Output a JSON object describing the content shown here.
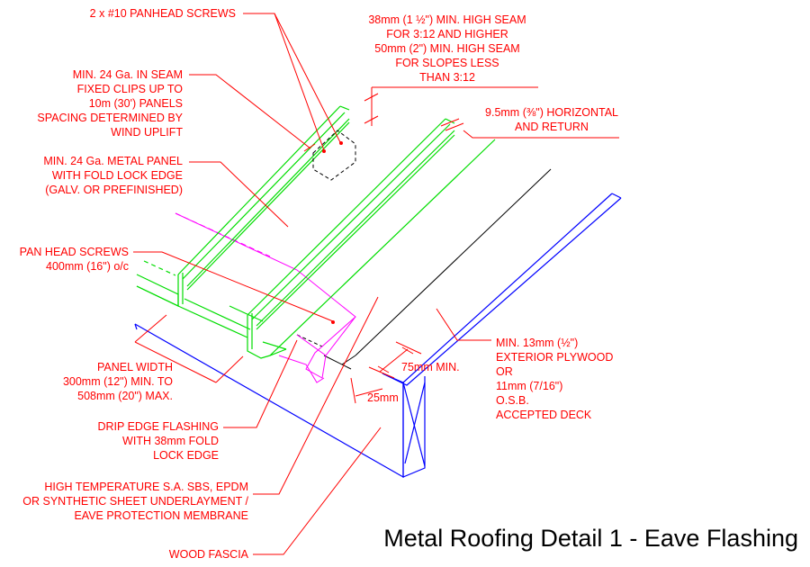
{
  "title": "Metal Roofing Detail 1 - Eave Flashing",
  "labels": {
    "screws_top": "2 x #10 PANHEAD SCREWS",
    "seam_height": [
      "38mm (1 ½\") MIN. HIGH SEAM",
      "FOR 3:12 AND HIGHER",
      "50mm (2\") MIN. HIGH SEAM",
      "FOR SLOPES LESS",
      "THAN 3:12"
    ],
    "clips": [
      "MIN. 24 Ga. IN SEAM",
      "FIXED CLIPS UP TO",
      "10m (30') PANELS",
      "SPACING DETERMINED BY",
      "WIND UPLIFT"
    ],
    "horizontal_return": [
      "9.5mm (⅜\") HORIZONTAL",
      "AND RETURN"
    ],
    "metal_panel": [
      "MIN. 24 Ga. METAL PANEL",
      "WITH FOLD LOCK EDGE",
      "(GALV. OR PREFINISHED)"
    ],
    "pan_head_screws": [
      "PAN HEAD SCREWS",
      "400mm (16\") o/c"
    ],
    "deck": [
      "MIN. 13mm (½\")",
      "EXTERIOR PLYWOOD",
      "OR",
      "11mm (7/16\")",
      "O.S.B.",
      "ACCEPTED DECK"
    ],
    "dim_75": "75mm MIN.",
    "dim_25": "25mm",
    "panel_width": [
      "PANEL WIDTH",
      "300mm (12\") MIN. TO",
      "508mm (20\") MAX."
    ],
    "drip_edge": [
      "DRIP EDGE FLASHING",
      "WITH 38mm FOLD",
      "LOCK EDGE"
    ],
    "underlayment": [
      "HIGH TEMPERATURE S.A. SBS, EPDM",
      "OR SYNTHETIC SHEET UNDERLAYMENT /",
      "EAVE PROTECTION MEMBRANE"
    ],
    "wood_fascia": "WOOD FASCIA"
  },
  "colors": {
    "annotation": "#ff0000",
    "metal_panel": "#00dd00",
    "deck_fascia": "#0000ff",
    "membrane": "#ff00ff",
    "title": "#000000"
  }
}
